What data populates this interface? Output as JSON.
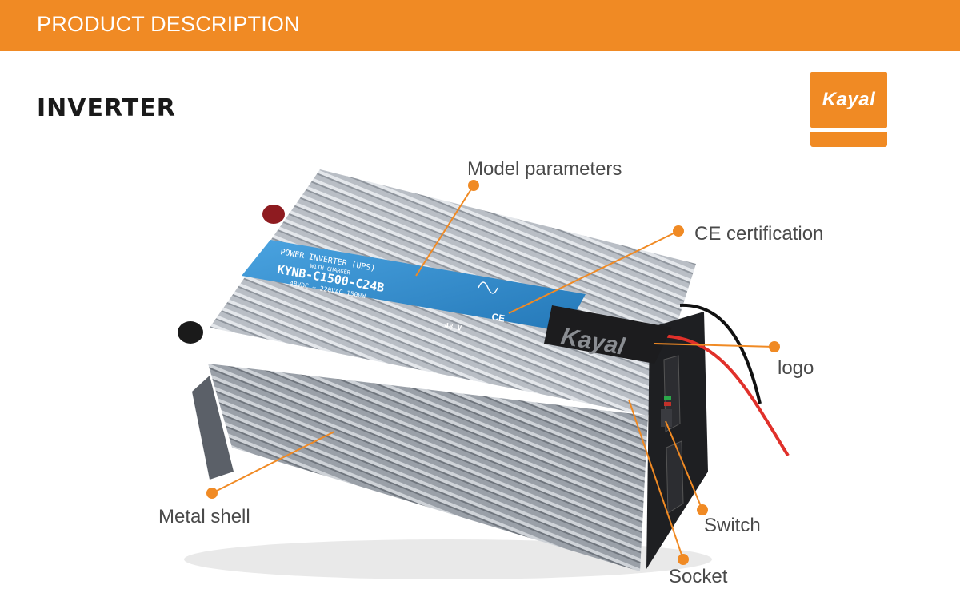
{
  "banner": {
    "title": "PRODUCT DESCRIPTION"
  },
  "page": {
    "title": "INVERTER"
  },
  "brand": {
    "logo_text": "Kayal",
    "panel_logo_text": "Kayal"
  },
  "device_label": {
    "line1": "POWER INVERTER (UPS)",
    "line2": "WITH CHARGER",
    "line3": "KYNB-C1500-C24B",
    "line4": "48VDC ~ 220VAC 1500W",
    "voltage": "48 V",
    "cert_mark": "CE"
  },
  "callouts": {
    "model_parameters": "Model parameters",
    "ce_certification": "CE certification",
    "logo": "logo",
    "switch": "Switch",
    "socket": "Socket",
    "metal_shell": "Metal shell"
  },
  "colors": {
    "accent": "#f08a24",
    "label_blue": "#2f8fd0",
    "callout_text": "#4a4a4a",
    "cable_red": "#e0302a"
  }
}
